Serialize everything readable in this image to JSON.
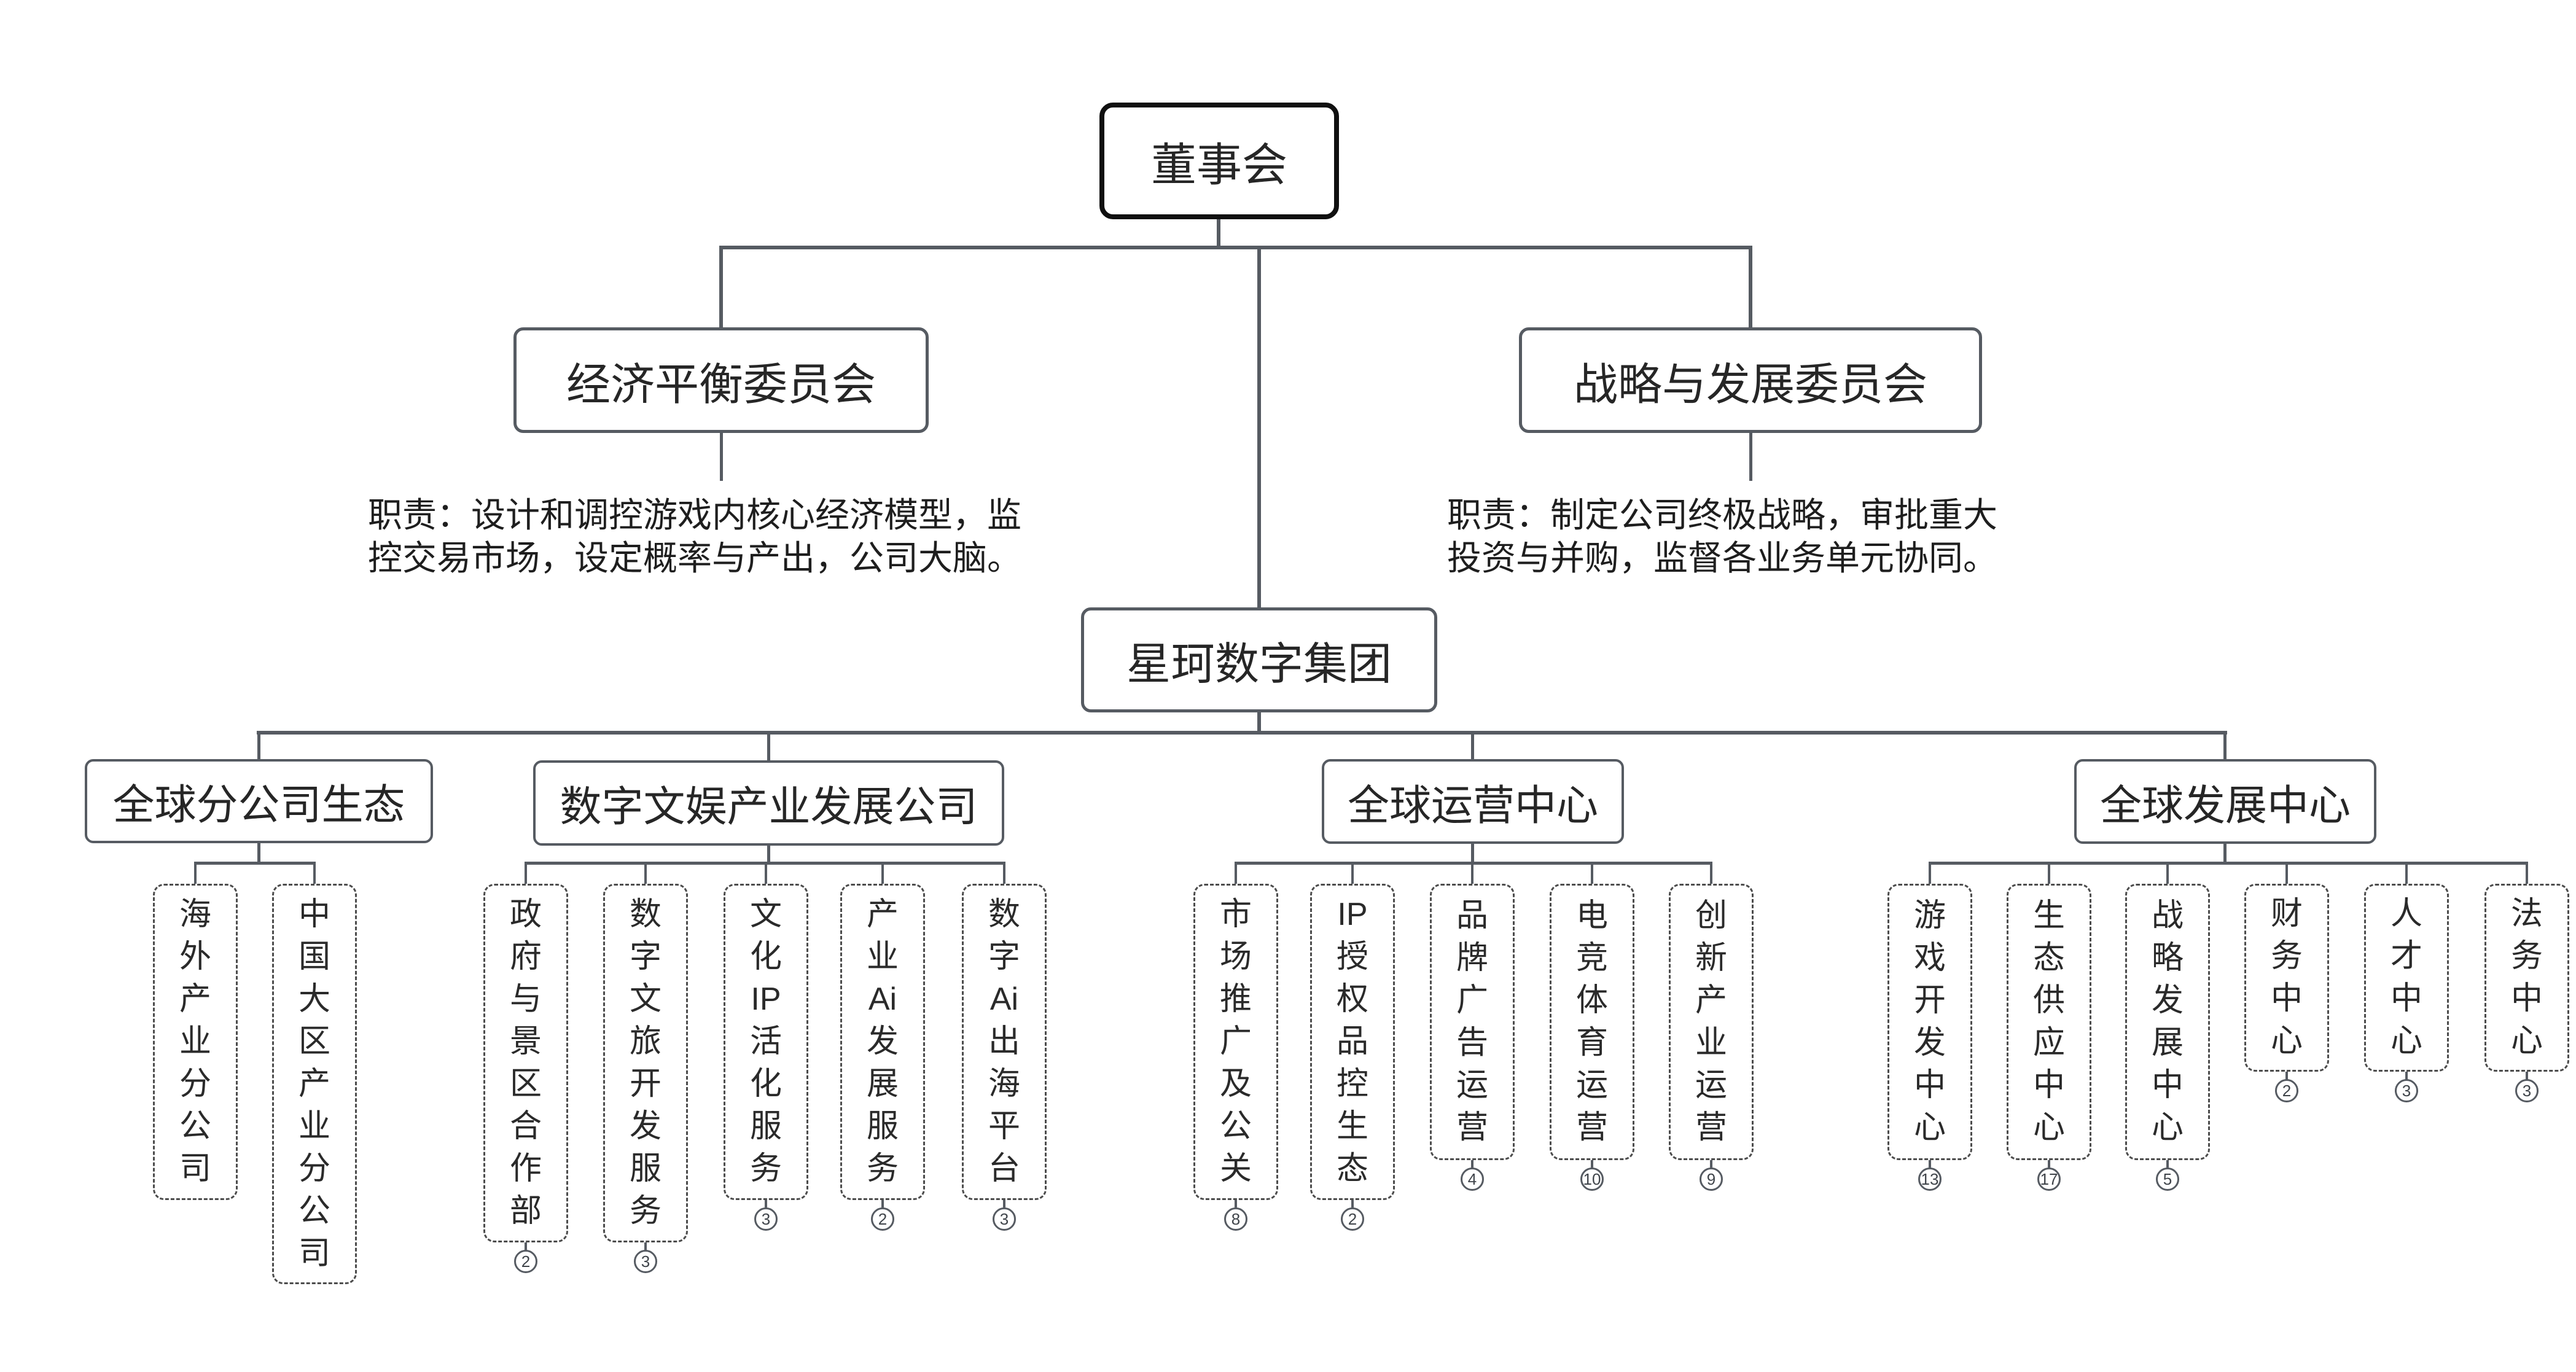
{
  "palette": {
    "line": "#565b62",
    "root_border": "#101010",
    "node_border": "#565b62",
    "leaf_border": "#4c4c4c",
    "text": "#262626",
    "badge_text": "#3f444a"
  },
  "root": {
    "label": "董事会"
  },
  "committees": [
    {
      "label": "经济平衡委员会",
      "desc": "职责：设计和调控游戏内核心经济模型，监\n控交易市场，设定概率与产出，公司大脑。"
    },
    {
      "label": "战略与发展委员会",
      "desc": "职责：制定公司终极战略，审批重大\n投资与并购，监督各业务单元协同。"
    }
  ],
  "hub": {
    "label": "星珂数字集团"
  },
  "groups": [
    {
      "label": "全球分公司生态",
      "children": [
        {
          "label": "海外产业分公司",
          "badge": ""
        },
        {
          "label": "中国大区产业分公司",
          "badge": ""
        }
      ]
    },
    {
      "label": "数字文娱产业发展公司",
      "children": [
        {
          "label": "政府与景区合作部",
          "badge": "2"
        },
        {
          "label": "数字文旅开发服务",
          "badge": "3"
        },
        {
          "label": "文化IP活化服务",
          "badge": "3"
        },
        {
          "label": "产业Ai发展服务",
          "badge": "2"
        },
        {
          "label": "数字Ai出海平台",
          "badge": "3"
        }
      ]
    },
    {
      "label": "全球运营中心",
      "children": [
        {
          "label": "市场推广及公关",
          "badge": "8"
        },
        {
          "label": "IP授权品控生态",
          "badge": "2"
        },
        {
          "label": "品牌广告运营",
          "badge": "4"
        },
        {
          "label": "电竞体育运营",
          "badge": "10"
        },
        {
          "label": "创新产业运营",
          "badge": "9"
        }
      ]
    },
    {
      "label": "全球发展中心",
      "children": [
        {
          "label": "游戏开发中心",
          "badge": "13"
        },
        {
          "label": "生态供应中心",
          "badge": "17"
        },
        {
          "label": "战略发展中心",
          "badge": "5"
        },
        {
          "label": "财务中心",
          "badge": "2"
        },
        {
          "label": "人才中心",
          "badge": "3"
        },
        {
          "label": "法务中心",
          "badge": "3"
        }
      ]
    }
  ]
}
